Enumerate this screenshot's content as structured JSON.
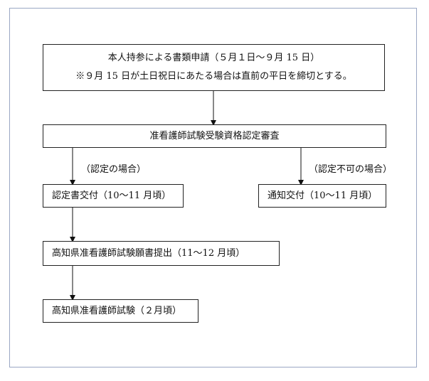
{
  "box_submit": {
    "line1": "本人持参による書類申請（５月１日～９月 15 日）",
    "line2": "※９月 15 日が土日祝日にあたる場合は直前の平日を締切とする。"
  },
  "box_review": "准看護師試験受験資格認定審査",
  "branch_approved": "（認定の場合）",
  "branch_rejected": "（認定不可の場合）",
  "box_certificate": "認定書交付（10～11 月頃）",
  "box_notice": "通知交付（10～11 月頃）",
  "box_application": "高知県准看護師試験願書提出（11～12 月頃）",
  "box_exam": "高知県准看護師試験（２月頃）"
}
